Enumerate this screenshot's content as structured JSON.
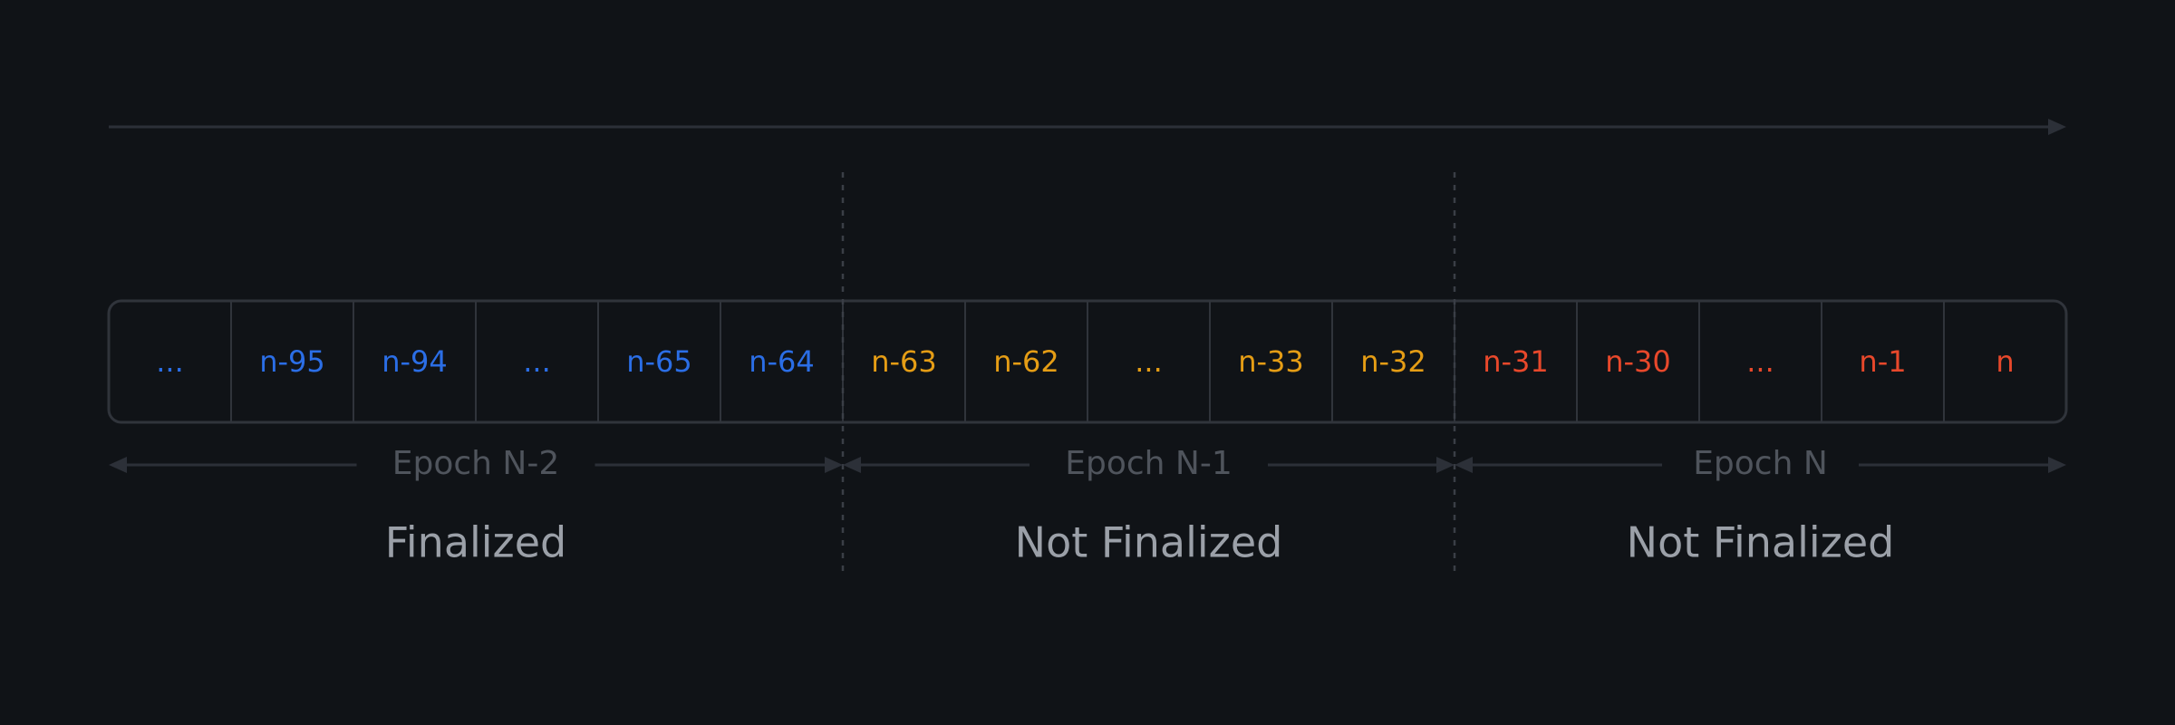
{
  "colors": {
    "background": "#101317",
    "line": "#2c3038",
    "cell_border": "#30343b",
    "epoch_text": "#4f545c",
    "status_text": "#9ba0a8",
    "finalized": "#2b6ee6",
    "pending": "#e59d15",
    "current": "#e8482b"
  },
  "icons": {
    "timeline": "arrow-right-icon",
    "epoch_span": "double-headed-arrow-icon"
  },
  "slots": [
    {
      "label": "...",
      "group": "finalized"
    },
    {
      "label": "n-95",
      "group": "finalized"
    },
    {
      "label": "n-94",
      "group": "finalized"
    },
    {
      "label": "...",
      "group": "finalized"
    },
    {
      "label": "n-65",
      "group": "finalized"
    },
    {
      "label": "n-64",
      "group": "finalized"
    },
    {
      "label": "n-63",
      "group": "pending"
    },
    {
      "label": "n-62",
      "group": "pending"
    },
    {
      "label": "...",
      "group": "pending"
    },
    {
      "label": "n-33",
      "group": "pending"
    },
    {
      "label": "n-32",
      "group": "pending"
    },
    {
      "label": "n-31",
      "group": "current"
    },
    {
      "label": "n-30",
      "group": "current"
    },
    {
      "label": "...",
      "group": "current"
    },
    {
      "label": "n-1",
      "group": "current"
    },
    {
      "label": "n",
      "group": "current"
    }
  ],
  "epochs": [
    {
      "label": "Epoch N-2",
      "status": "Finalized",
      "slot_count": 6
    },
    {
      "label": "Epoch N-1",
      "status": "Not Finalized",
      "slot_count": 5
    },
    {
      "label": "Epoch N",
      "status": "Not Finalized",
      "slot_count": 5
    }
  ]
}
